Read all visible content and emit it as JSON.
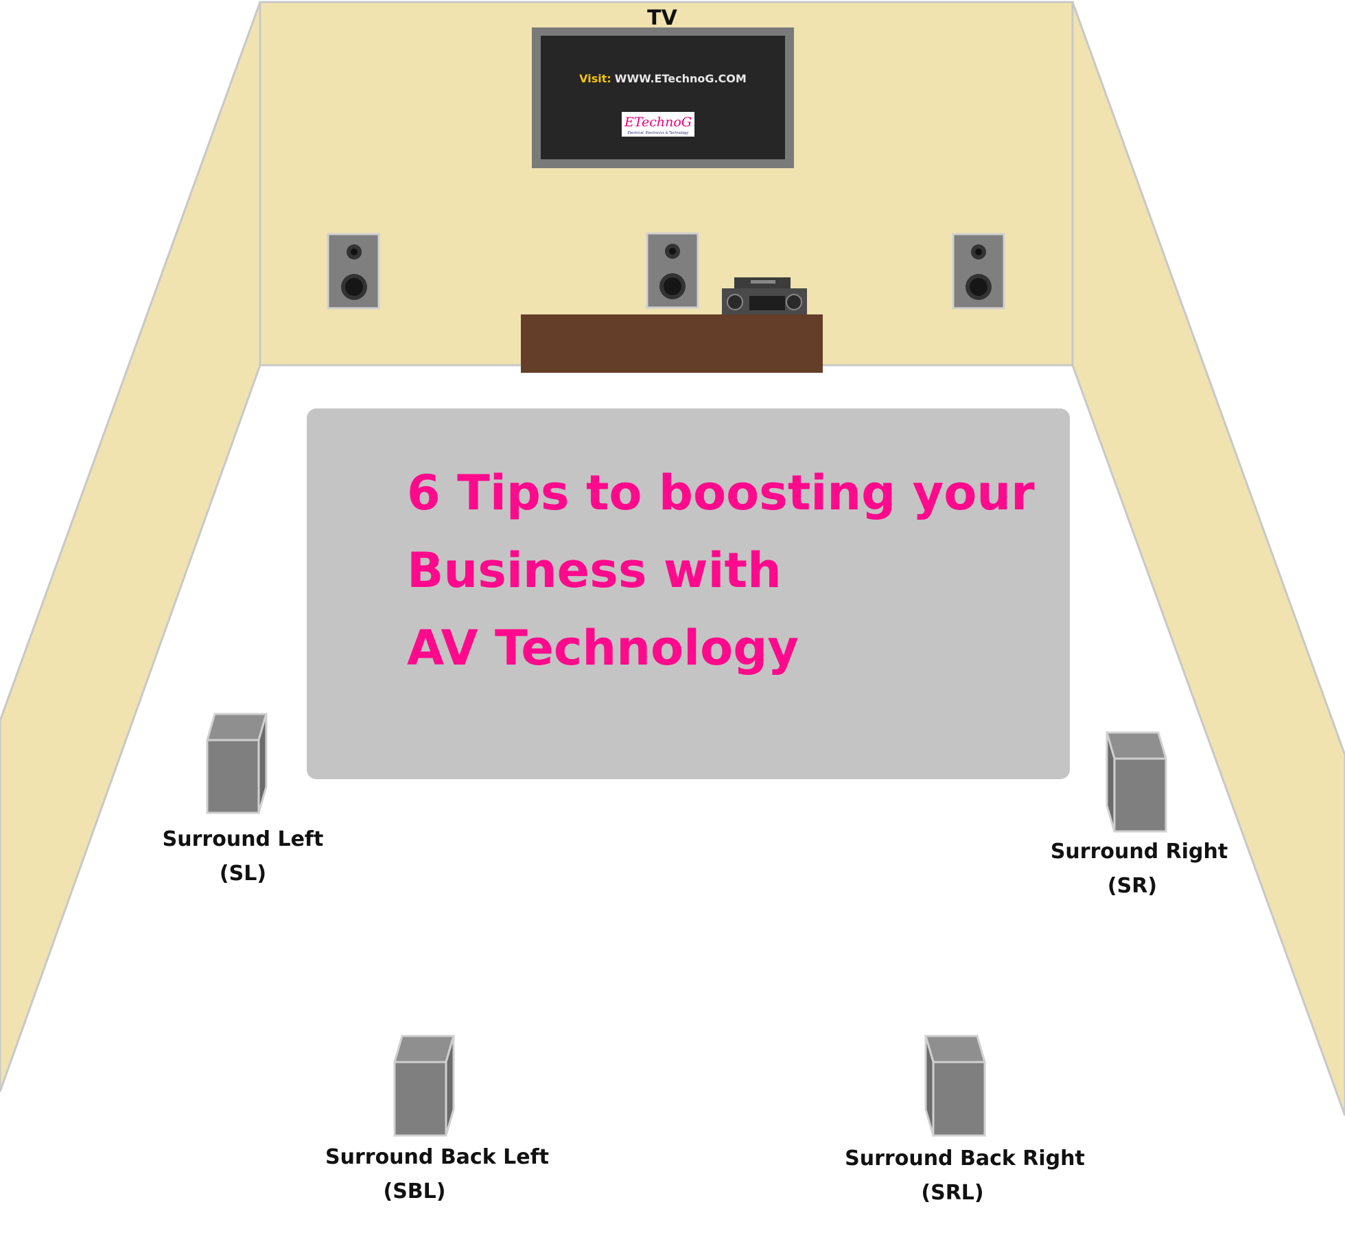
{
  "tv": {
    "label": "TV",
    "screen_prefix": "Visit:",
    "screen_url": "WWW.ETechnoG.COM",
    "logo_brand": "ETechnoG",
    "logo_tagline": "Electrical, Electronics & Technology"
  },
  "headline": {
    "line1": "6 Tips to boosting your",
    "line2": "Business with",
    "line3": "AV Technology"
  },
  "speakers": {
    "surround_left": {
      "name": "Surround Left",
      "abbr": "(SL)"
    },
    "surround_right": {
      "name": "Surround Right",
      "abbr": "(SR)"
    },
    "surround_back_left": {
      "name": "Surround Back Left",
      "abbr": "(SBL)"
    },
    "surround_back_right": {
      "name": "Surround Back Right",
      "abbr": "(SRL)"
    }
  },
  "colors": {
    "wall": "#f0e3b0",
    "wall_edge": "#c8c8c8",
    "headline_accent": "#ff0a8c",
    "screen_prefix": "#f5c40a",
    "tv_frame": "#7a7a7a",
    "tv_screen": "#262626",
    "furniture": "#643e28",
    "rug": "#c4c4c4",
    "speaker": "#7f7f7f"
  }
}
